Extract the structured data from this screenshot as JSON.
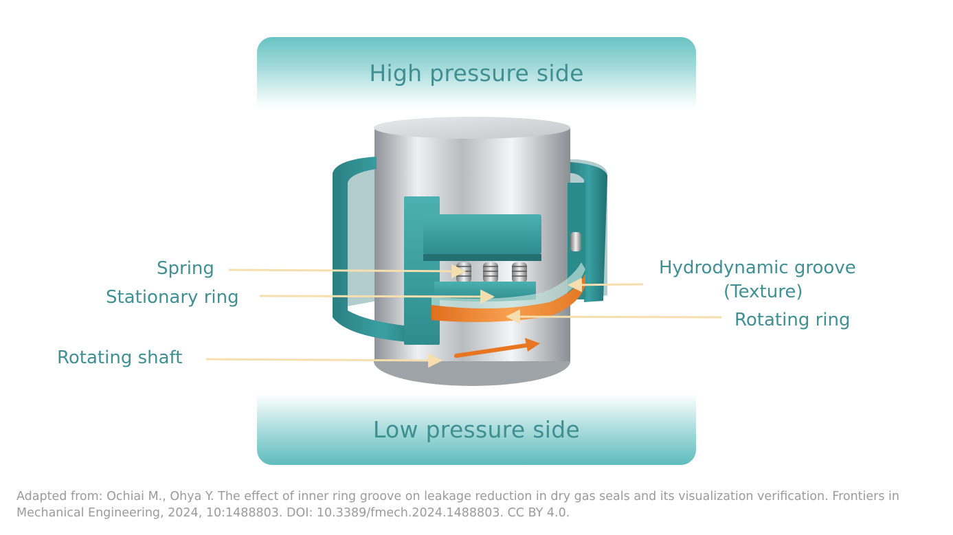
{
  "banners": {
    "top": "High pressure side",
    "bottom": "Low pressure side"
  },
  "labels": {
    "spring": "Spring",
    "stationary_ring": "Stationary ring",
    "rotating_shaft": "Rotating shaft",
    "groove_line1": "Hydrodynamic groove",
    "groove_line2": "(Texture)",
    "rotating_ring": "Rotating ring"
  },
  "caption": "Adapted from: Ochiai M., Ohya Y. The effect of inner ring groove on leakage reduction in dry gas seals and its visualization verification. Frontiers in Mechanical Engineering, 2024, 10:1488803. DOI: 10.3389/fmech.2024.1488803. CC BY 4.0.",
  "colors": {
    "teal_text": "#3f8f93",
    "teal_housing": "#2f8c8e",
    "orange_ring": "#f0842c",
    "leader_line": "#f6dfae",
    "caption_gray": "#9a9a9a"
  }
}
